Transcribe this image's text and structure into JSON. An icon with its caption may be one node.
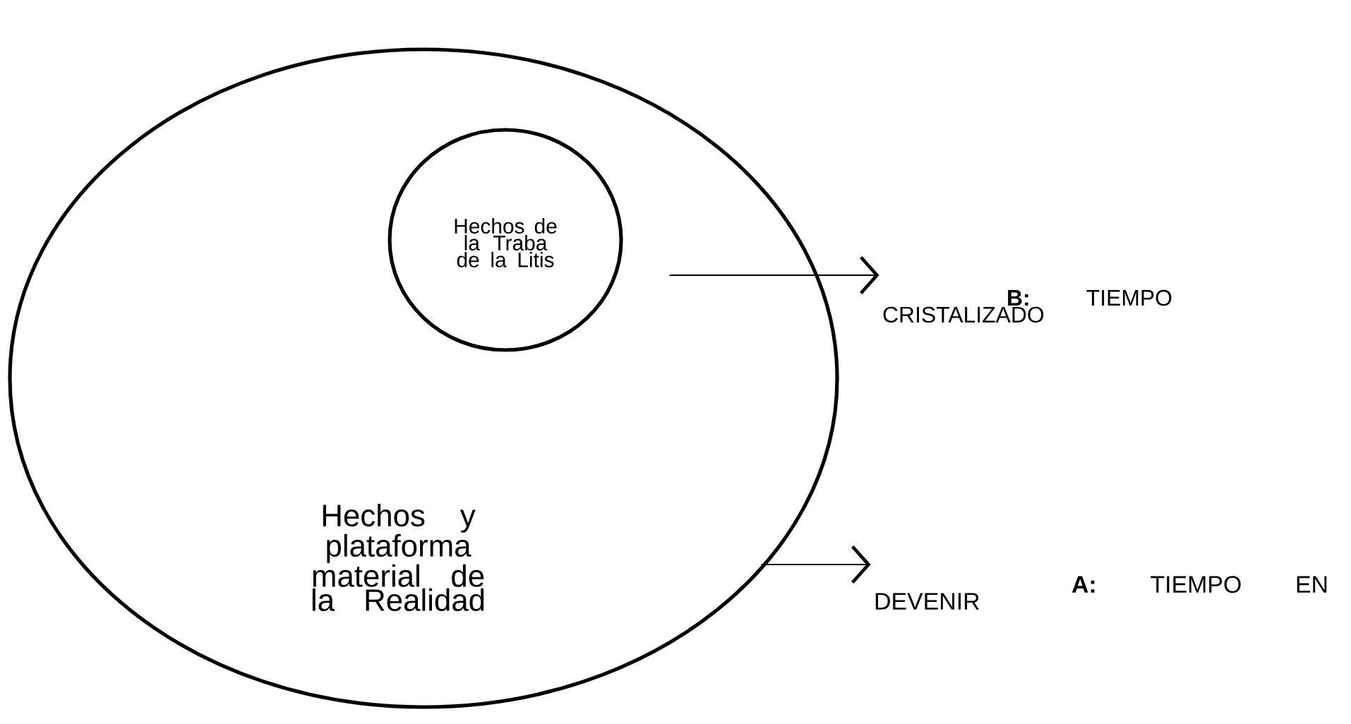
{
  "diagram": {
    "nodes": [
      {
        "text": [
          "Hechos y plataforma material de la Realidad"
        ]
      },
      {
        "text": [
          "Hechos de la Traba de la Litis"
        ],
        "in": 0
      },
      {
        "text": [
          "**B:** TIEMPO CRISTALIZADO"
        ]
      },
      {
        "text": [
          "**A:** TIEMPO EN DEVENIR"
        ]
      }
    ],
    "edges": [
      {
        "from": 1,
        "to": 2,
        "arrow": "to"
      },
      {
        "from": 0,
        "to": 3,
        "arrow": "to"
      }
    ]
  }
}
